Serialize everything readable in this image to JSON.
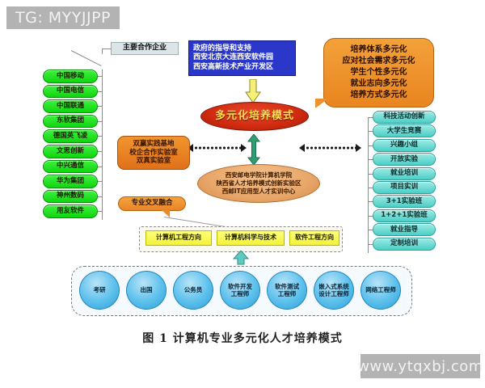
{
  "watermarks": {
    "top": "TG: MYYJJPP",
    "bottom": "www.ytqxbj.com"
  },
  "caption": "图 1  计算机专业多元化人才培养模式",
  "labels": {
    "partners_header": "主要合作企业"
  },
  "government_box": {
    "line1": "政府的指导和支持",
    "line2": "西安北京大连西安软件园",
    "line3": "西安高新技术产业开发区"
  },
  "diversity_bubble": {
    "line1": "培养体系多元化",
    "line2": "应对社会需求多元化",
    "line3": "学生个性多元化",
    "line4": "就业志向多元化",
    "line5": "培养方式多元化"
  },
  "core": {
    "title": "多元化培养模式"
  },
  "institute": {
    "line1": "西安邮电学院计算机学院",
    "line2": "陕西省人才培养模式创新实验区",
    "line3": "西邮IT应用型人才实训中心"
  },
  "lab_box": {
    "line1": "双赢实践基地",
    "line2": "校企合作实验室",
    "line3": "双真实验室"
  },
  "cross_major": {
    "label": "专业交叉融合"
  },
  "partners": [
    {
      "label": "中国移动"
    },
    {
      "label": "中国电信"
    },
    {
      "label": "中国联通"
    },
    {
      "label": "东软集团"
    },
    {
      "label": "德国英飞凌"
    },
    {
      "label": "文思创新"
    },
    {
      "label": "中兴通信"
    },
    {
      "label": "华为集团"
    },
    {
      "label": "神州数码"
    },
    {
      "label": "用友软件"
    }
  ],
  "activities": [
    {
      "label": "科技活动创新"
    },
    {
      "label": "大学生竞赛"
    },
    {
      "label": "兴趣小组"
    },
    {
      "label": "开放实验"
    },
    {
      "label": "就业培训"
    },
    {
      "label": "项目实训"
    },
    {
      "label": "3+1实验班"
    },
    {
      "label": "1+2+1实验班"
    },
    {
      "label": "就业指导"
    },
    {
      "label": "定制培训"
    }
  ],
  "directions": [
    {
      "label": "计算机工程方向"
    },
    {
      "label": "计算机科学与技术"
    },
    {
      "label": "软件工程方向"
    }
  ],
  "careers": [
    {
      "line1": "考研",
      "line2": ""
    },
    {
      "line1": "出国",
      "line2": ""
    },
    {
      "line1": "公务员",
      "line2": ""
    },
    {
      "line1": "软件开发",
      "line2": "工程师"
    },
    {
      "line1": "软件测试",
      "line2": "工程师"
    },
    {
      "line1": "嵌入式系统",
      "line2": "设计工程师"
    },
    {
      "line1": "网络工程师",
      "line2": ""
    }
  ],
  "colors": {
    "partner_green": "#0fd60f",
    "activity_teal": "#49cfc6",
    "core_red": "#cf2a10",
    "government_blue": "#2b37c9",
    "direction_yellow": "#f2f23a",
    "career_blue": "#5cc0ec",
    "accent_orange": "#e8842a"
  }
}
